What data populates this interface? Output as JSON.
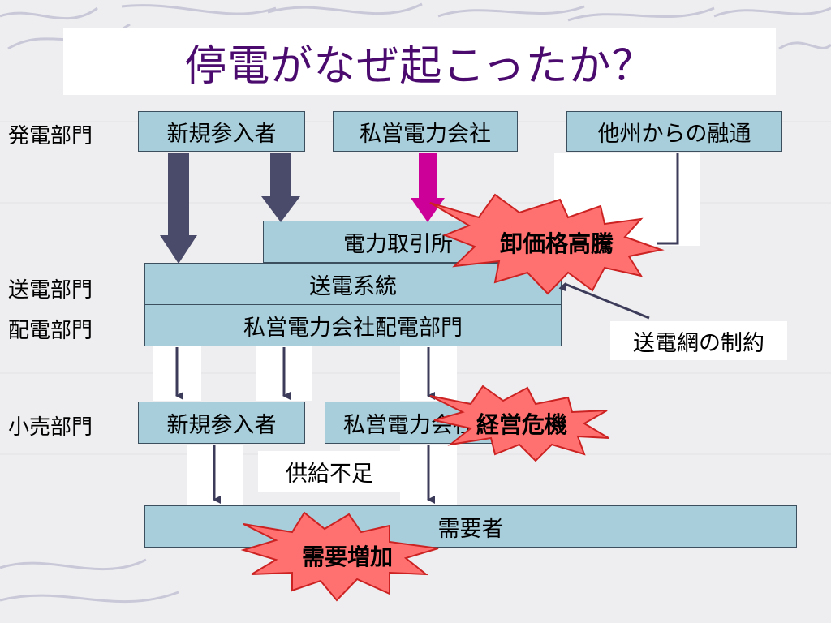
{
  "title": "停電がなぜ起こったか？",
  "sections": {
    "generation": "発電部門",
    "transmission": "送電部門",
    "distribution": "配電部門",
    "retail": "小売部門"
  },
  "boxes": {
    "gen_new_entrant": "新規参入者",
    "gen_private_utility": "私営電力会社",
    "gen_other_state": "他州からの融通",
    "power_exchange": "電力取引所",
    "transmission_system": "送電系統",
    "distribution_dept": "私営電力会社配電部門",
    "retail_new_entrant": "新規参入者",
    "retail_private_utility": "私営電力会社",
    "consumers": "需要者"
  },
  "annotations": {
    "grid_constraint": "送電網の制約",
    "supply_shortage": "供給不足"
  },
  "bursts": {
    "wholesale_price": "卸価格高騰",
    "business_crisis": "経営危機",
    "demand_increase": "需要増加"
  },
  "colors": {
    "title": "#4a0a6e",
    "box_fill": "#a8cedb",
    "box_border": "#3c4f5e",
    "arrow_dark": "#4a4a6a",
    "arrow_magenta": "#cc0099",
    "burst_fill": "#ff7070",
    "burst_stroke": "#cc2222"
  }
}
